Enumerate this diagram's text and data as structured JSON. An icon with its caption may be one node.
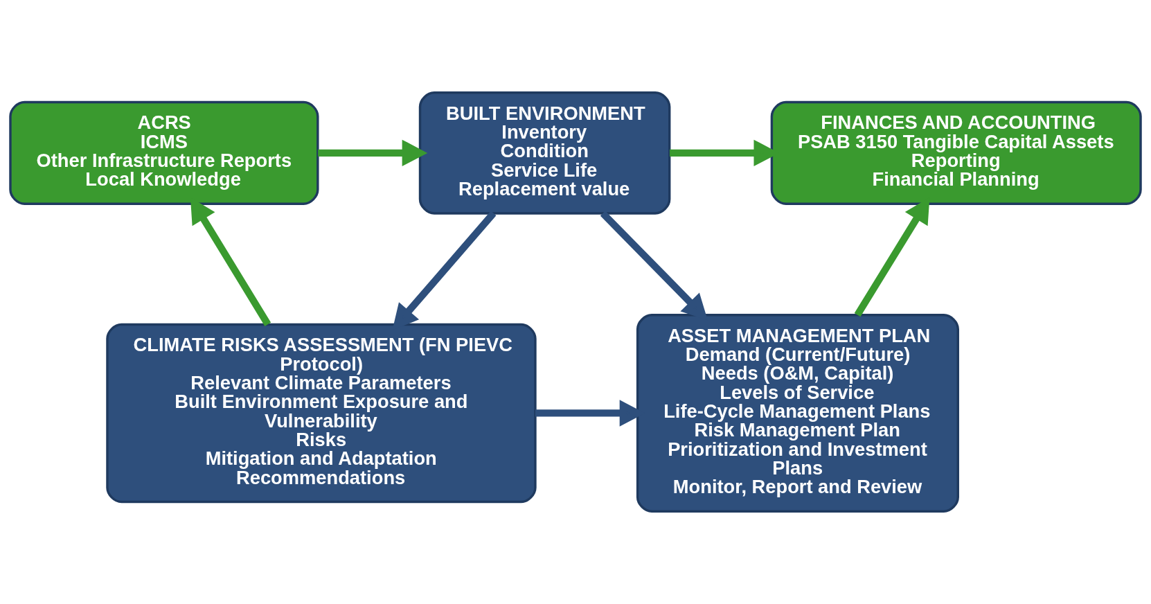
{
  "diagram": {
    "nodes": [
      {
        "text": [
          "ACRS",
          "ICMS",
          "Other Infrastructure Reports",
          "Local Knowledge"
        ]
      },
      {
        "text": [
          "BUILT ENVIRONMENT",
          "Inventory",
          "Condition",
          "Service Life",
          "Replacement value"
        ]
      },
      {
        "text": [
          "FINANCES AND ACCOUNTING",
          "PSAB 3150 Tangible Capital Assets Reporting",
          "Financial Planning"
        ]
      },
      {
        "text": [
          "CLIMATE RISKS ASSESSMENT (FN PIEVC Protocol)",
          "Relevant Climate Parameters",
          "Built Environment Exposure and Vulnerability",
          "Risks",
          "Mitigation and Adaptation Recommendations"
        ]
      },
      {
        "text": [
          "ASSET MANAGEMENT PLAN",
          "Demand (Current/Future)",
          "Needs (O&M, Capital)",
          "Levels of Service",
          "Life-Cycle Management Plans",
          "Risk Management Plan",
          "Prioritization and Investment Plans",
          "Monitor, Report and Review"
        ]
      }
    ],
    "edges": [
      {
        "from": 0,
        "to": 1,
        "arrow": "to"
      },
      {
        "from": 1,
        "to": 2,
        "arrow": "to"
      },
      {
        "from": 1,
        "to": 3,
        "arrow": "to",
        "color": "#2e4f7c"
      },
      {
        "from": 1,
        "to": 4,
        "arrow": "to",
        "color": "#2e4f7c"
      },
      {
        "from": 3,
        "to": 0,
        "arrow": "to"
      },
      {
        "from": 4,
        "to": 2,
        "arrow": "to"
      },
      {
        "from": 3,
        "to": 4,
        "arrow": "to",
        "color": "#2e4f7c"
      }
    ]
  }
}
